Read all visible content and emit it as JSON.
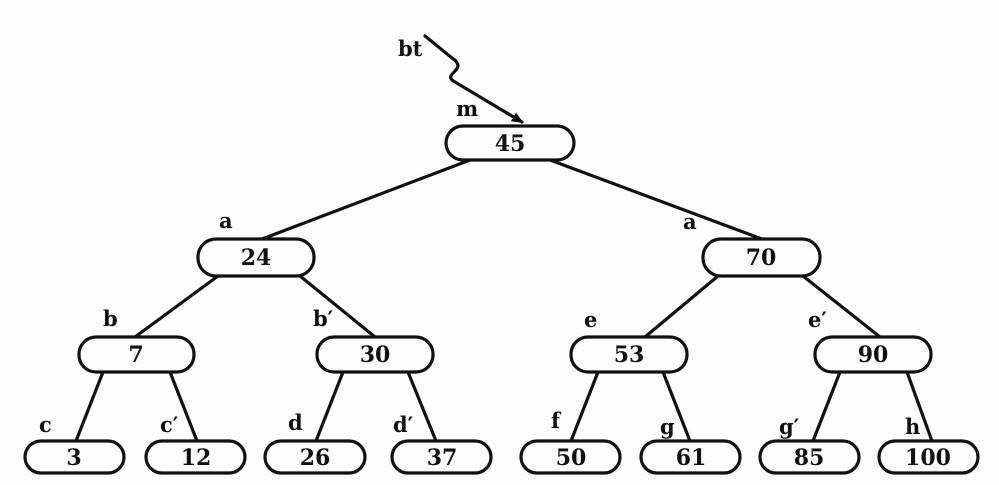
{
  "pointer": {
    "label": "bt"
  },
  "root": {
    "label": "m",
    "value": "45"
  },
  "nodes": {
    "n24": {
      "label": "a",
      "value": "24"
    },
    "n70": {
      "label": "a",
      "value": "70"
    },
    "n7": {
      "label": "b",
      "value": "7"
    },
    "n30": {
      "label": "b′",
      "value": "30"
    },
    "n53": {
      "label": "e",
      "value": "53"
    },
    "n90": {
      "label": "e′",
      "value": "90"
    },
    "n3": {
      "label": "c",
      "value": "3"
    },
    "n12": {
      "label": "c′",
      "value": "12"
    },
    "n26": {
      "label": "d",
      "value": "26"
    },
    "n37": {
      "label": "d′",
      "value": "37"
    },
    "n50": {
      "label": "f",
      "value": "50"
    },
    "n61": {
      "label": "g",
      "value": "61"
    },
    "n85": {
      "label": "g′",
      "value": "85"
    },
    "n100": {
      "label": "h",
      "value": "100"
    }
  }
}
